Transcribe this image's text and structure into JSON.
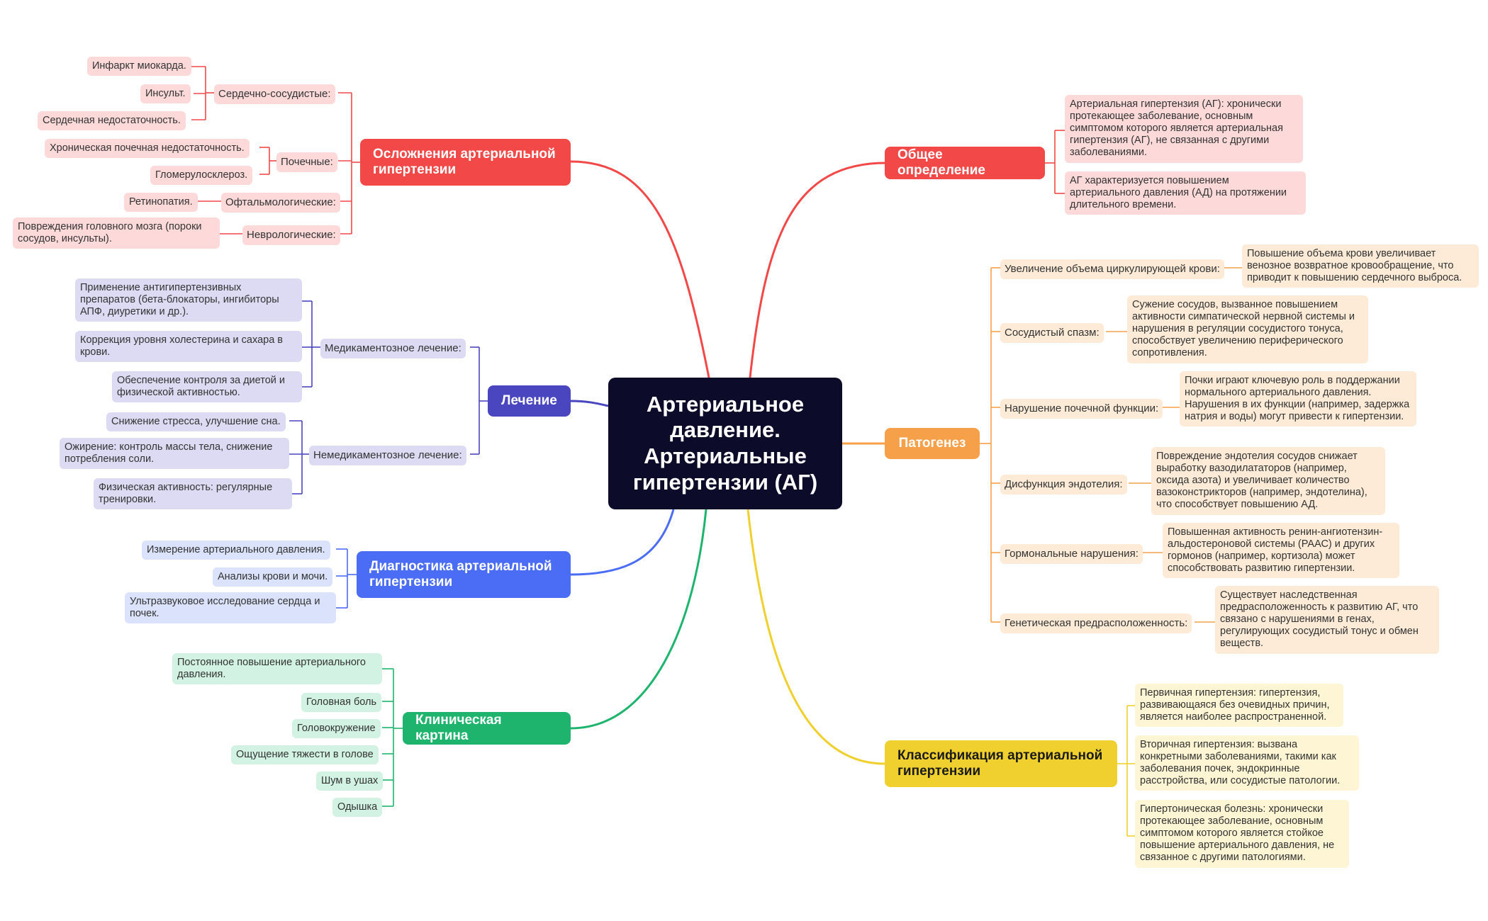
{
  "center": {
    "title": "Артериальное давление. Артериальные гипертензии (АГ)"
  },
  "colors": {
    "center_bg": "#0c0c2a",
    "red": "#f24848",
    "red_light": "#fdd9da",
    "orange": "#f7a04a",
    "orange_light": "#fdebd7",
    "yellow": "#f0d02e",
    "yellow_light": "#fdf5d3",
    "green": "#1fb46e",
    "green_light": "#d2f3e3",
    "blue": "#4b6cf5",
    "blue_light": "#dbe2fb",
    "indigo": "#4a46bf",
    "indigo_light": "#dddbf3"
  },
  "complications": {
    "title": "Осложнения артериальной гипертензии",
    "cardio": "Сердечно-сосудистые:",
    "cardio_items": [
      "Инфаркт миокарда.",
      "Инсульт.",
      "Сердечная недостаточность."
    ],
    "renal": "Почечные:",
    "renal_items": [
      "Хроническая почечная недостаточность.",
      "Гломерулосклероз."
    ],
    "ophthalmic": "Офтальмологические:",
    "ophthalmic_items": [
      "Ретинопатия."
    ],
    "neuro": "Неврологические:",
    "neuro_items": [
      "Повреждения головного мозга (пороки сосудов, инсульты)."
    ]
  },
  "treatment": {
    "title": "Лечение",
    "drug": "Медикаментозное лечение:",
    "drug_items": [
      "Применение антигипертензивных препаратов (бета-блокаторы, ингибиторы АПФ, диуретики и др.).",
      "Коррекция уровня холестерина и сахара в крови.",
      "Обеспечение контроля за диетой и физической активностью."
    ],
    "nondrug": "Немедикаментозное лечение:",
    "nondrug_items": [
      "Снижение стресса, улучшение сна.",
      "Ожирение: контроль массы тела, снижение потребления соли.",
      "Физическая активность: регулярные тренировки."
    ]
  },
  "diagnostics": {
    "title": "Диагностика артериальной гипертензии",
    "items": [
      "Измерение артериального давления.",
      "Анализы крови и мочи.",
      "Ультразвуковое исследование сердца и почек."
    ]
  },
  "clinical": {
    "title": "Клиническая картина",
    "items": [
      "Постоянное повышение артериального давления.",
      "Головная боль",
      "Головокружение",
      "Ощущение тяжести в голове",
      "Шум в ушах",
      "Одышка"
    ]
  },
  "definition": {
    "title": "Общее определение",
    "items": [
      "Артериальная гипертензия (АГ): хронически протекающее заболевание, основным симптомом которого является артериальная гипертензия (АГ), не связанная с другими заболеваниями.",
      "АГ характеризуется повышением артериального давления (АД) на протяжении длительного времени."
    ]
  },
  "pathogenesis": {
    "title": "Патогенез",
    "factors": [
      {
        "label": "Увеличение объема циркулирующей крови:",
        "text": "Повышение объема крови увеличивает венозное возвратное кровообращение, что приводит к повышению сердечного выброса."
      },
      {
        "label": "Сосудистый спазм:",
        "text": "Сужение сосудов, вызванное повышением активности симпатической нервной системы и нарушения в регуляции сосудистого тонуса, способствует увеличению периферического сопротивления."
      },
      {
        "label": "Нарушение почечной функции:",
        "text": "Почки играют ключевую роль в поддержании нормального артериального давления. Нарушения в их функции (например, задержка натрия и воды) могут привести к гипертензии."
      },
      {
        "label": "Дисфункция эндотелия:",
        "text": "Повреждение эндотелия сосудов снижает выработку вазодилататоров (например, оксида азота) и увеличивает количество вазоконстрикторов (например, эндотелина), что способствует повышению АД."
      },
      {
        "label": "Гормональные нарушения:",
        "text": "Повышенная активность ренин-ангиотензин-альдостероновой системы (РААС) и других гормонов (например, кортизола) может способствовать развитию гипертензии."
      },
      {
        "label": "Генетическая предрасположенность:",
        "text": "Существует наследственная предрасположенность к развитию АГ, что связано с нарушениями в генах, регулирующих сосудистый тонус и обмен веществ."
      }
    ]
  },
  "classification": {
    "title": "Классификация артериальной гипертензии",
    "items": [
      "Первичная гипертензия: гипертензия, развивающаяся без очевидных причин, является наиболее распространенной.",
      "Вторичная гипертензия: вызвана конкретными заболеваниями, такими как заболевания почек, эндокринные расстройства, или сосудистые патологии.",
      "Гипертоническая болезнь: хронически протекающее заболевание, основным симптомом которого является стойкое повышение артериального давления, не связанное с другими патологиями."
    ]
  }
}
